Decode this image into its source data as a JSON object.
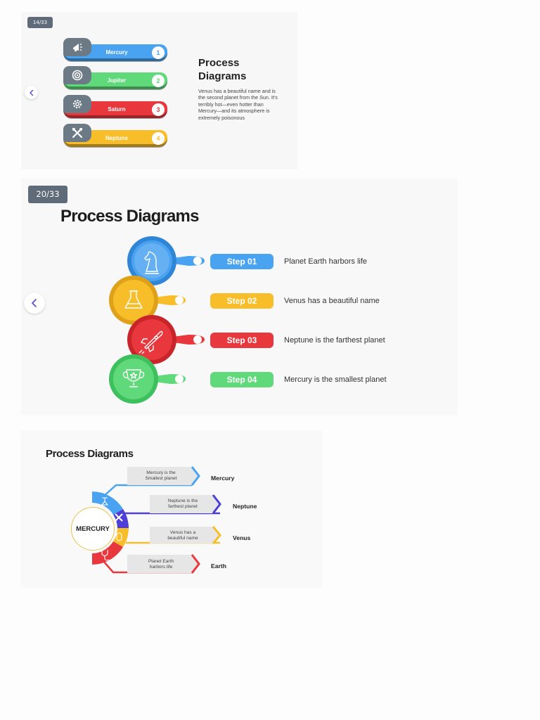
{
  "slide1": {
    "badge": "14/33",
    "title_line1": "Process",
    "title_line2": "Diagrams",
    "body": "Venus has a beautiful name and is the second planet from the Sun. It's terribly hot—even hotter than Mercury—and its atmosphere is extremely poisonous",
    "items": [
      {
        "label": "Mercury",
        "num": "1",
        "color": "#4aa3f0",
        "icon": "megaphone-icon"
      },
      {
        "label": "Jupiter",
        "num": "2",
        "color": "#5fd97a",
        "icon": "target-icon"
      },
      {
        "label": "Saturn",
        "num": "3",
        "color": "#e8383d",
        "icon": "gear-icon"
      },
      {
        "label": "Neptune",
        "num": "4",
        "color": "#f8be2a",
        "icon": "tools-icon"
      }
    ]
  },
  "slide2": {
    "badge": "20/33",
    "title": "Process Diagrams",
    "steps": [
      {
        "label": "Step 01",
        "text": "Planet Earth harbors life",
        "color": "#4aa3f0",
        "icon": "chess-knight-icon"
      },
      {
        "label": "Step 02",
        "text": "Venus has a beautiful name",
        "color": "#f8be2a",
        "icon": "flask-icon"
      },
      {
        "label": "Step 03",
        "text": "Neptune is the farthest planet",
        "color": "#e8383d",
        "icon": "rocket-icon"
      },
      {
        "label": "Step 04",
        "text": "Mercury is the smallest planet",
        "color": "#5fd97a",
        "icon": "trophy-icon"
      }
    ]
  },
  "slide3": {
    "title": "Process Diagrams",
    "center": "MERCURY",
    "items": [
      {
        "box_line1": "Mercury is the",
        "box_line2": "Smallest planet",
        "name": "Mercury",
        "color": "#4aa3f0",
        "icon": "beaker-icon"
      },
      {
        "box_line1": "Neptune is the",
        "box_line2": "farthest planet",
        "name": "Neptune",
        "color": "#4e3fd6",
        "icon": "bandage-icon"
      },
      {
        "box_line1": "Venus has a",
        "box_line2": "beautiful name",
        "name": "Venus",
        "color": "#f8be2a",
        "icon": "capsule-icon"
      },
      {
        "box_line1": "Planet Earth",
        "box_line2": "harbors life",
        "name": "Earth",
        "color": "#e8383d",
        "icon": "stethoscope-icon"
      }
    ]
  }
}
